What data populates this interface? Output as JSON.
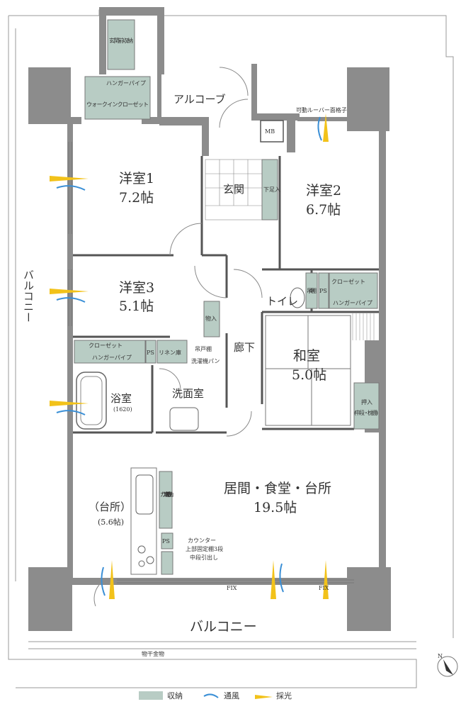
{
  "rooms": {
    "western1": {
      "name": "洋室1",
      "size": "7.2帖"
    },
    "western2": {
      "name": "洋室2",
      "size": "6.7帖"
    },
    "western3": {
      "name": "洋室3",
      "size": "5.1帖"
    },
    "japanese": {
      "name": "和室",
      "size": "5.0帖"
    },
    "ldk": {
      "name": "居間・食堂・台所",
      "size": "19.5帖"
    },
    "kitchen": {
      "name": "（台所）",
      "size": "(5.6帖)"
    },
    "bath": {
      "name": "浴室",
      "size": "(1620)"
    },
    "washroom": {
      "name": "洗面室"
    },
    "entrance": {
      "name": "玄関"
    },
    "corridor": {
      "name": "廊下"
    },
    "toilet": {
      "name": "トイレ"
    },
    "alcove": {
      "name": "アルコーブ"
    }
  },
  "storage": {
    "entrance_front": "玄関前収納",
    "walkin": "ウォークインクローゼット",
    "hanger_pipe": "ハンガーパイプ",
    "shoe": "下足入",
    "closet": "クローゼット",
    "mono": "物入",
    "linen": "リネン庫",
    "hanging_shelf": "吊戸棚",
    "washer_pan": "洗濯機パン",
    "oshiire": "押入",
    "oshiire_note": "(中段・枕棚)",
    "counter_lower": "カウンター(下部収納)",
    "counter": "カウンター",
    "counter_note1": "上部固定棚3段",
    "counter_note2": "中段引出し",
    "ps": "PS",
    "mb": "MB"
  },
  "labels": {
    "balcony_side": "バルコニー",
    "balcony_bottom": "バルコニー",
    "louver": "可動ルーバー面格子",
    "fix": "FIX",
    "hanger_hardware": "物干金物",
    "north": "N"
  },
  "legend": [
    {
      "label": "収納",
      "color": "#b8ccc4",
      "kind": "storage"
    },
    {
      "label": "通風",
      "color": "#3a8fd6",
      "kind": "wind"
    },
    {
      "label": "採光",
      "color": "#f2c21a",
      "kind": "light"
    }
  ]
}
